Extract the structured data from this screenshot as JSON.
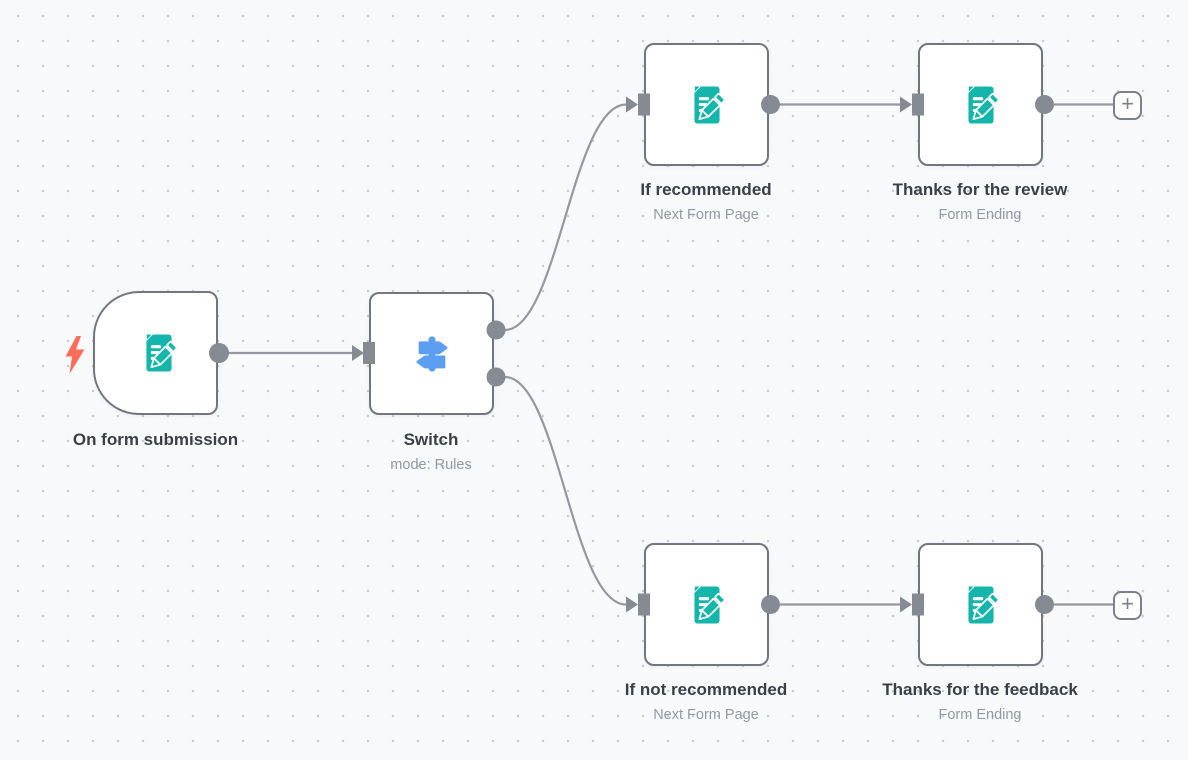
{
  "canvas": {
    "background": "#f8f9fb",
    "grid_dot_color": "#c9cbd3"
  },
  "colors": {
    "form_icon_teal": "#14b5ab",
    "switch_icon_blue": "#5b9ef2",
    "trigger_bolt_coral": "#ff6d5a",
    "wire_gray": "#96989f",
    "port_gray": "#868a92",
    "node_border": "#72767e",
    "title_text": "#3c4046",
    "subtitle_text": "#9599a1"
  },
  "nodes": [
    {
      "name": "On form submission",
      "subtitle": "",
      "type": "form-trigger",
      "icon": "form-pencil-icon"
    },
    {
      "name": "Switch",
      "subtitle": "mode: Rules",
      "type": "switch",
      "icon": "signpost-icon"
    },
    {
      "name": "If recommended",
      "subtitle": "Next Form Page",
      "type": "form-page",
      "icon": "form-pencil-icon"
    },
    {
      "name": "Thanks for the review",
      "subtitle": "Form Ending",
      "type": "form-ending",
      "icon": "form-pencil-icon"
    },
    {
      "name": "If not recommended",
      "subtitle": "Next Form Page",
      "type": "form-page",
      "icon": "form-pencil-icon"
    },
    {
      "name": "Thanks for the feedback",
      "subtitle": "Form Ending",
      "type": "form-ending",
      "icon": "form-pencil-icon"
    }
  ],
  "connections": [
    {
      "from": "On form submission",
      "to": "Switch"
    },
    {
      "from": "Switch",
      "branch": "top",
      "to": "If recommended"
    },
    {
      "from": "Switch",
      "branch": "bottom",
      "to": "If not recommended"
    },
    {
      "from": "If recommended",
      "to": "Thanks for the review"
    },
    {
      "from": "If not recommended",
      "to": "Thanks for the feedback"
    }
  ],
  "buttons": {
    "add_node_label": "+"
  }
}
